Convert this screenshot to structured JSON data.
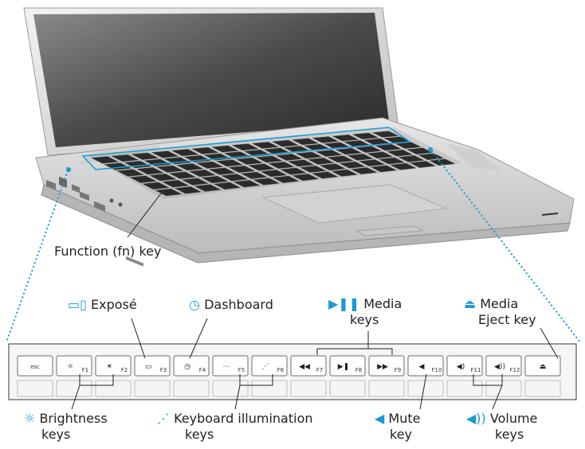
{
  "labels": {
    "function_key": "Function (fn) key",
    "expose": "Exposé",
    "dashboard": "Dashboard",
    "media_keys_line1": "Media",
    "media_keys_line2": "keys",
    "media_eject_line1": "Media",
    "media_eject_line2": "Eject key",
    "brightness_line1": "Brightness",
    "brightness_line2": "keys",
    "keyboard_illum_line1": "Keyboard illumination",
    "keyboard_illum_line2": "keys",
    "mute_line1": "Mute",
    "mute_line2": "key",
    "volume_line1": "Volume",
    "volume_line2": "keys"
  },
  "label_icons": {
    "expose": "expose-icon",
    "dashboard": "dashboard-icon",
    "media": "play-pause-icon",
    "eject": "eject-icon",
    "brightness": "brightness-icon",
    "keyboard_illum": "keyboard-illumination-icon",
    "mute": "mute-icon",
    "volume": "volume-icon"
  },
  "keys": [
    {
      "id": "esc",
      "label": "esc",
      "fn": ""
    },
    {
      "id": "f1",
      "label": "F1",
      "icon": "brightness-down-icon"
    },
    {
      "id": "f2",
      "label": "F2",
      "icon": "brightness-up-icon"
    },
    {
      "id": "f3",
      "label": "F3",
      "icon": "expose-icon"
    },
    {
      "id": "f4",
      "label": "F4",
      "icon": "dashboard-icon"
    },
    {
      "id": "f5",
      "label": "F5",
      "icon": "kbd-illum-down-icon"
    },
    {
      "id": "f6",
      "label": "F6",
      "icon": "kbd-illum-up-icon"
    },
    {
      "id": "f7",
      "label": "F7",
      "icon": "rewind-icon"
    },
    {
      "id": "f8",
      "label": "F8",
      "icon": "play-pause-icon"
    },
    {
      "id": "f9",
      "label": "F9",
      "icon": "fast-forward-icon"
    },
    {
      "id": "f10",
      "label": "F10",
      "icon": "mute-icon"
    },
    {
      "id": "f11",
      "label": "F11",
      "icon": "volume-down-icon"
    },
    {
      "id": "f12",
      "label": "F12",
      "icon": "volume-up-icon"
    },
    {
      "id": "eject",
      "label": "",
      "icon": "eject-icon"
    }
  ],
  "colors": {
    "accent": "#1a9ad6",
    "key_fill": "#ffffff",
    "key_stroke": "#6e6e6e",
    "laptop_body": "#d9d9d9"
  }
}
